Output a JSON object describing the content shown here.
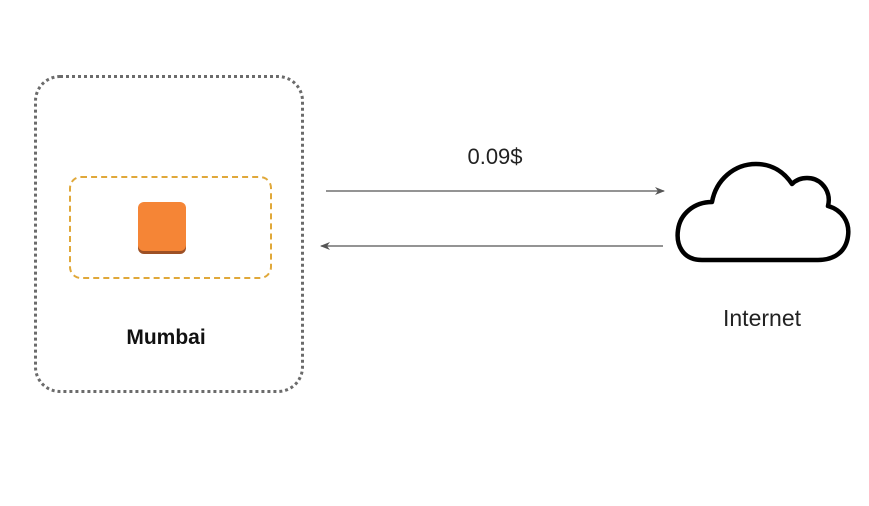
{
  "diagram": {
    "region": {
      "label": "Mumbai"
    },
    "transfer": {
      "cost_label": "0.09$"
    },
    "internet": {
      "label": "Internet"
    },
    "colors": {
      "instance_fill": "#f58536",
      "instance_shadow": "#9d5025",
      "zone_border": "#e0a83a",
      "region_border": "#6b6b6b",
      "arrow": "#555555",
      "cloud_stroke": "#000000"
    }
  }
}
